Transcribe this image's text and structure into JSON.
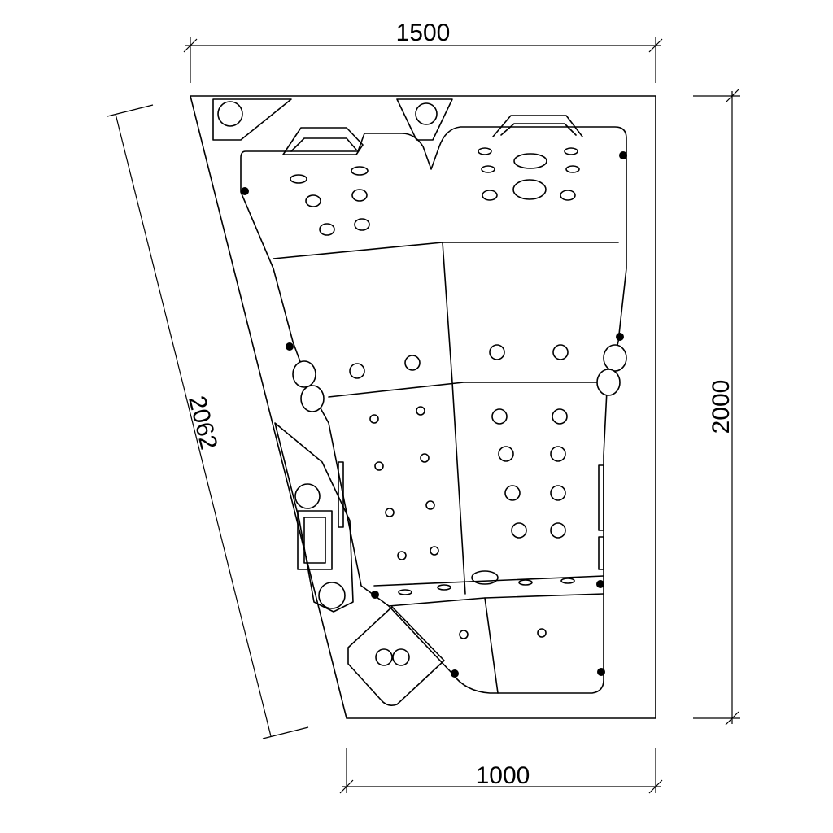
{
  "dimensions": {
    "top_width": "1500",
    "right_height": "2000",
    "bottom_width": "1000",
    "diagonal_length": "2062"
  },
  "colors": {
    "line": "#000000",
    "background": "#ffffff"
  }
}
